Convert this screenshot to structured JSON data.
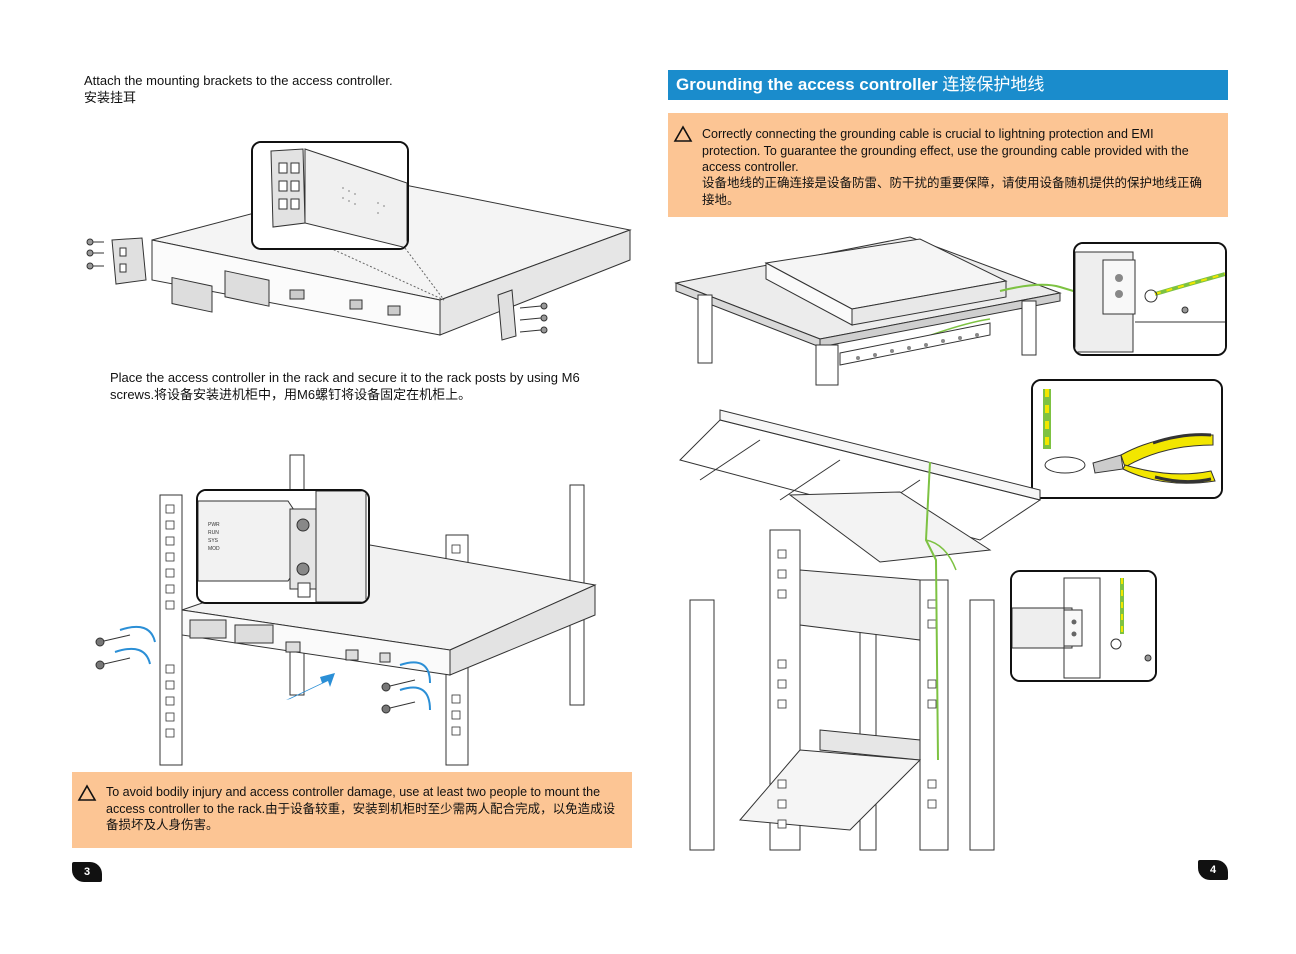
{
  "left_page": {
    "step1_en": "Attach the mounting brackets to the access controller.",
    "step1_zh": "安装挂耳",
    "step2_text": "Place the access controller in the rack and secure it to the rack posts by using M6 screws.将设备安装进机柜中，用M6螺钉将设备固定在机柜上。",
    "caution": "To avoid bodily injury and access controller damage, use at least two people to mount the access controller to the rack.由于设备较重，安装到机柜时至少需两人配合完成，以免造成设备损坏及人身伤害。",
    "page_number": "3",
    "panel_labels": [
      "PWR",
      "RUN",
      "SYS",
      "MOD"
    ]
  },
  "right_page": {
    "title_en": "Grounding the access controller",
    "title_zh": "连接保护地线",
    "caution_en": "Correctly connecting the grounding cable is crucial to lightning protection and EMI protection. To guarantee the grounding effect, use the grounding cable provided with the access controller.",
    "caution_zh": "设备地线的正确连接是设备防雷、防干扰的重要保障，请使用设备随机提供的保护地线正确接地。",
    "page_number": "4"
  },
  "colors": {
    "title_bar": "#1a8ccc",
    "caution_bg": "#fcc594",
    "arrow_blue": "#2b8fd6",
    "ground_wire_green": "#7dc242",
    "ground_wire_yellow": "#f2e600"
  },
  "icons": [
    "warning-triangle-icon",
    "curved-arrow-icon",
    "push-arrow-icon",
    "screw-icon"
  ]
}
